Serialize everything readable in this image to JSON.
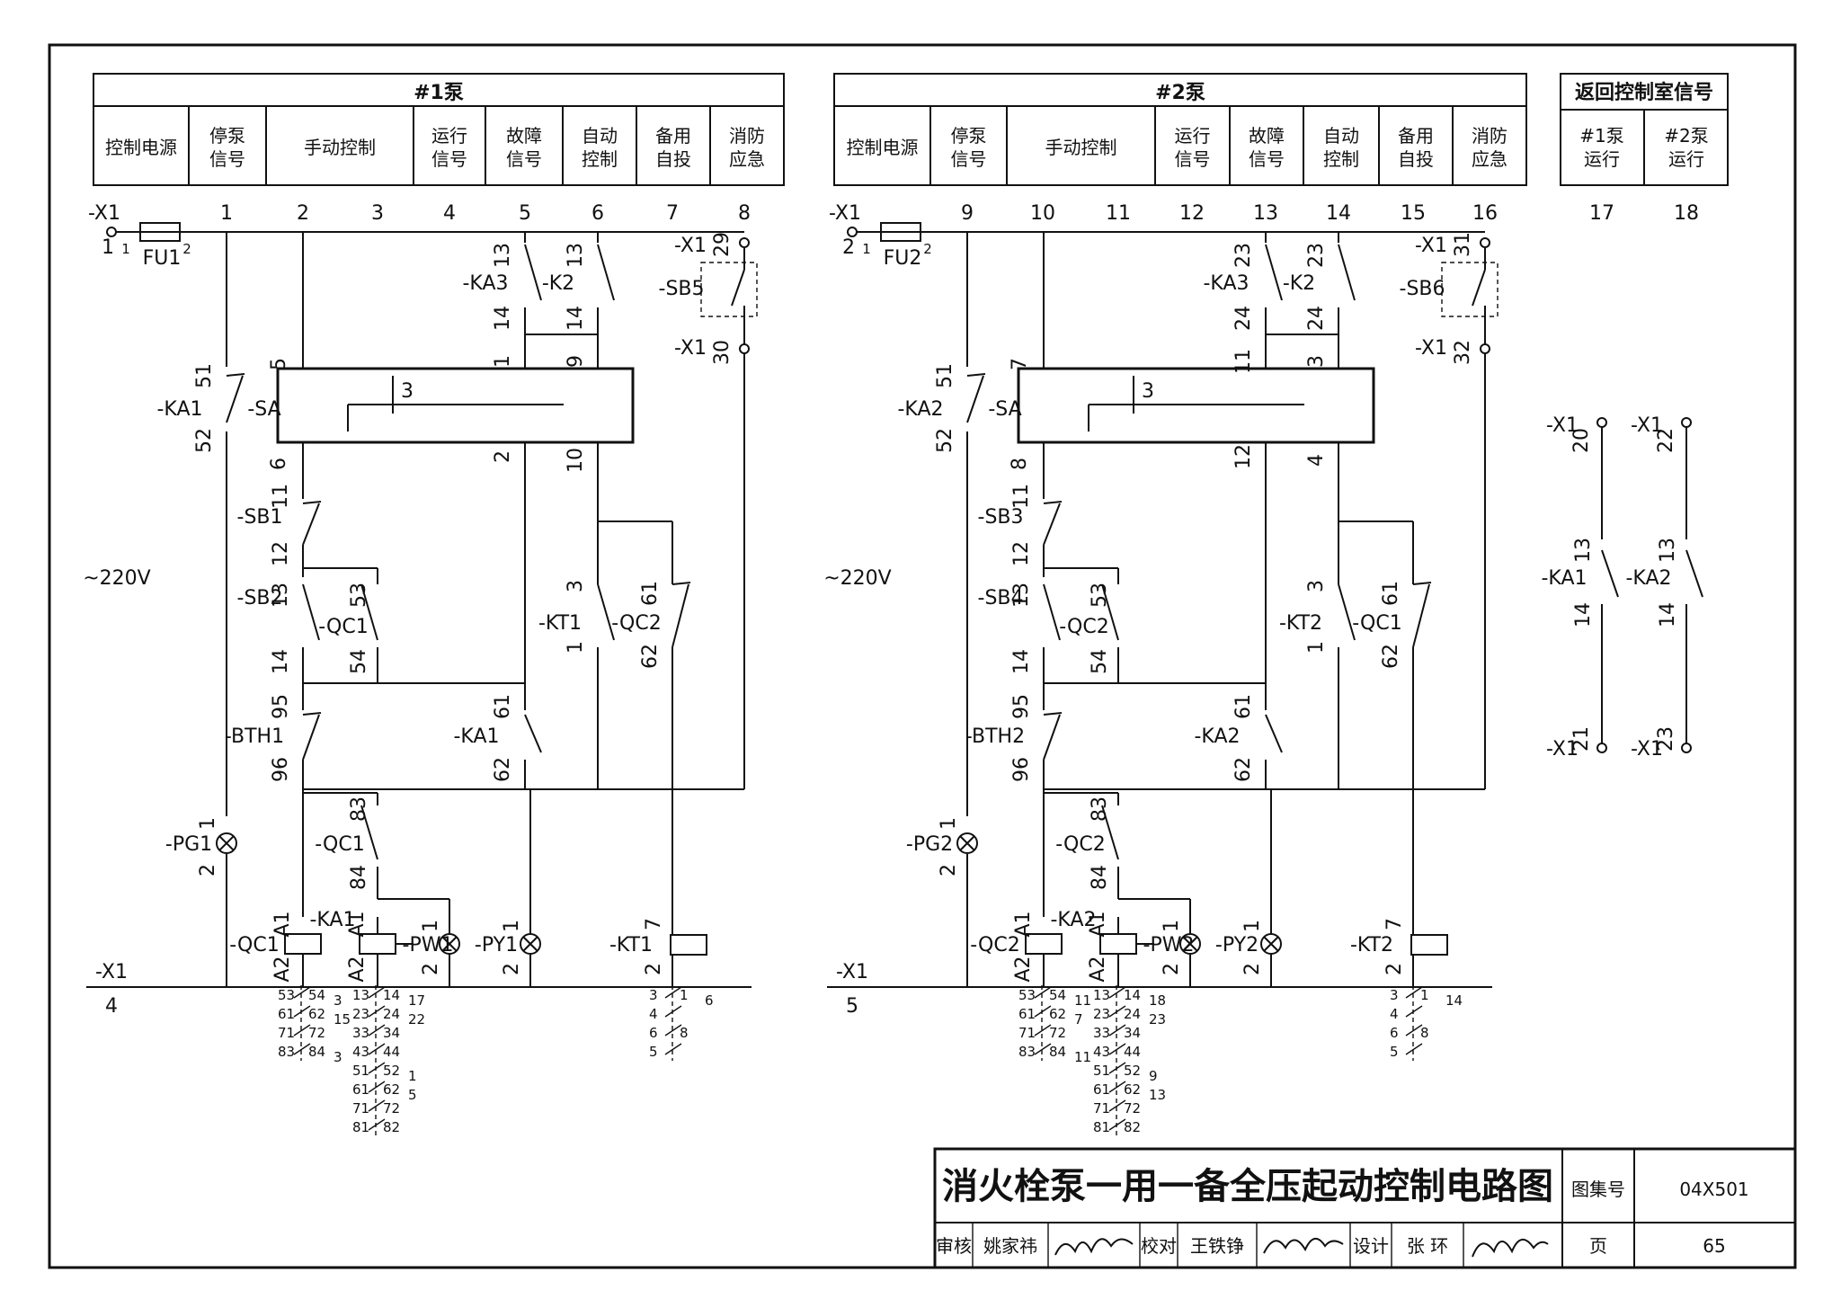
{
  "pump1": {
    "header": "#1泵",
    "cols": [
      "控制电源",
      "停泵\n信号",
      "手动控制",
      "运行\n信号",
      "故障\n信号",
      "自动\n控制",
      "备用\n自投",
      "消防\n应急"
    ],
    "circuit_numbers": [
      "1",
      "2",
      "3",
      "4",
      "5",
      "6",
      "7",
      "8"
    ],
    "labels": {
      "x1": "-X1",
      "fu": "FU1",
      "fu_l": "1",
      "fu_r": "2",
      "x1_left_num": "1",
      "ka3": "-KA3",
      "k2": "-K2",
      "sb5": "-SB5",
      "x1a": "-X1",
      "x1b": "-X1",
      "ka1_top": "-KA1",
      "sa": "-SA",
      "sa_num": "3",
      "sb1": "-SB1",
      "sb2": "-SB2",
      "qc1_a": "-QC1",
      "kt": "-KT1",
      "qc2_a": "-QC2",
      "bth": "-BTH1",
      "ka1_b": "-KA1",
      "pg": "-PG1",
      "qc1_b": "-QC1",
      "qc1_coil": "-QC1",
      "ka1_coil": "-KA1",
      "pw": "-PW1",
      "py": "-PY1",
      "kt_coil": "-KT1",
      "x1_bottom": "-X1",
      "x1_bottom_num": "4",
      "voltage": "~220V"
    },
    "terminal_numbers": {
      "ka3_top": "13",
      "ka3_bot": "14",
      "k2_top": "13",
      "k2_bot": "14",
      "sb5_top": "29",
      "sb5_bot": "30",
      "ka1_top": "51",
      "ka1_bot": "52",
      "sa_5": "5",
      "sa_6": "6",
      "sa_1": "1",
      "sa_2": "2",
      "sa_9": "9",
      "sa_10": "10",
      "sb1_top": "11",
      "sb1_bot": "12",
      "sb2_top": "13",
      "sb2_bot": "14",
      "qc1_top": "53",
      "qc1_bot": "54",
      "kt_top": "3",
      "kt_bot": "1",
      "qc2_top": "61",
      "qc2_bot": "62",
      "bth_top": "95",
      "bth_bot": "96",
      "ka1b_top": "61",
      "ka1b_bot": "62",
      "pg_top": "1",
      "pg_bot": "2",
      "qc1b_top": "83",
      "qc1b_bot": "84",
      "a1": "A1",
      "a2": "A2",
      "a1b": "A1",
      "a2b": "A2",
      "pw_top": "1",
      "pw_bot": "2",
      "py_top": "1",
      "py_bot": "2",
      "kt_coil_top": "7",
      "kt_coil_bot": "2"
    },
    "contact_tables": {
      "qc": [
        [
          "53",
          "54",
          "3"
        ],
        [
          "61",
          "62",
          "15"
        ],
        [
          "71",
          "72",
          ""
        ],
        [
          "83",
          "84",
          "3"
        ]
      ],
      "ka": [
        [
          "13",
          "14",
          "17"
        ],
        [
          "23",
          "24",
          "22"
        ],
        [
          "33",
          "34",
          ""
        ],
        [
          "43",
          "44",
          ""
        ],
        [
          "51",
          "52",
          "1"
        ],
        [
          "61",
          "62",
          "5"
        ],
        [
          "71",
          "72",
          ""
        ],
        [
          "81",
          "82",
          ""
        ]
      ],
      "kt": [
        [
          "3",
          "1",
          "6"
        ],
        [
          "4",
          "",
          ""
        ],
        [
          "6",
          "8",
          ""
        ],
        [
          "5",
          "",
          ""
        ]
      ]
    }
  },
  "pump2": {
    "header": "#2泵",
    "cols": [
      "控制电源",
      "停泵\n信号",
      "手动控制",
      "运行\n信号",
      "故障\n信号",
      "自动\n控制",
      "备用\n自投",
      "消防\n应急"
    ],
    "circuit_numbers": [
      "9",
      "10",
      "11",
      "12",
      "13",
      "14",
      "15",
      "16"
    ],
    "labels": {
      "x1": "-X1",
      "fu": "FU2",
      "fu_l": "1",
      "fu_r": "2",
      "x1_left_num": "2",
      "ka3": "-KA3",
      "k2": "-K2",
      "sb5": "-SB6",
      "x1a": "-X1",
      "x1b": "-X1",
      "ka1_top": "-KA2",
      "sa": "-SA",
      "sa_num": "3",
      "sb1": "-SB3",
      "sb2": "-SB4",
      "qc1_a": "-QC2",
      "kt": "-KT2",
      "qc2_a": "-QC1",
      "bth": "-BTH2",
      "ka1_b": "-KA2",
      "pg": "-PG2",
      "qc1_b": "-QC2",
      "qc1_coil": "-QC2",
      "ka1_coil": "-KA2",
      "pw": "-PW2",
      "py": "-PY2",
      "kt_coil": "-KT2",
      "x1_bottom": "-X1",
      "x1_bottom_num": "5",
      "voltage": "~220V"
    },
    "terminal_numbers": {
      "ka3_top": "23",
      "ka3_bot": "24",
      "k2_top": "23",
      "k2_bot": "24",
      "sb5_top": "31",
      "sb5_bot": "32",
      "ka1_top": "51",
      "ka1_bot": "52",
      "sa_5": "7",
      "sa_6": "8",
      "sa_1": "11",
      "sa_2": "12",
      "sa_9": "3",
      "sa_10": "4",
      "sb1_top": "11",
      "sb1_bot": "12",
      "sb2_top": "13",
      "sb2_bot": "14",
      "qc1_top": "53",
      "qc1_bot": "54",
      "kt_top": "3",
      "kt_bot": "1",
      "qc2_top": "61",
      "qc2_bot": "62",
      "bth_top": "95",
      "bth_bot": "96",
      "ka1b_top": "61",
      "ka1b_bot": "62",
      "pg_top": "1",
      "pg_bot": "2",
      "qc1b_top": "83",
      "qc1b_bot": "84",
      "a1": "A1",
      "a2": "A2",
      "a1b": "A1",
      "a2b": "A2",
      "pw_top": "1",
      "pw_bot": "2",
      "py_top": "1",
      "py_bot": "2",
      "kt_coil_top": "7",
      "kt_coil_bot": "2"
    },
    "contact_tables": {
      "qc": [
        [
          "53",
          "54",
          "11"
        ],
        [
          "61",
          "62",
          "7"
        ],
        [
          "71",
          "72",
          ""
        ],
        [
          "83",
          "84",
          "11"
        ]
      ],
      "ka": [
        [
          "13",
          "14",
          "18"
        ],
        [
          "23",
          "24",
          "23"
        ],
        [
          "33",
          "34",
          ""
        ],
        [
          "43",
          "44",
          ""
        ],
        [
          "51",
          "52",
          "9"
        ],
        [
          "61",
          "62",
          "13"
        ],
        [
          "71",
          "72",
          ""
        ],
        [
          "81",
          "82",
          ""
        ]
      ],
      "kt": [
        [
          "3",
          "1",
          "14"
        ],
        [
          "4",
          "",
          ""
        ],
        [
          "6",
          "8",
          ""
        ],
        [
          "5",
          "",
          ""
        ]
      ]
    }
  },
  "return_signals": {
    "header": "返回控制室信号",
    "cols": [
      "#1泵\n运行",
      "#2泵\n运行"
    ],
    "circuit_numbers": [
      "17",
      "18"
    ],
    "x1_labels": [
      "-X1",
      "-X1",
      "-X1",
      "-X1"
    ],
    "terminals": [
      "20",
      "22",
      "21",
      "23"
    ],
    "contacts": [
      "-KA1",
      "-KA2"
    ],
    "contact_numbers": [
      "13",
      "14",
      "13",
      "14"
    ]
  },
  "title_block": {
    "title": "消火栓泵一用一备全压起动控制电路图",
    "atlas_label": "图集号",
    "atlas_no": "04X501",
    "page_label": "页",
    "page_no": "65",
    "review_label": "审核",
    "reviewer": "姚家祎",
    "check_label": "校对",
    "checker": "王铁铮",
    "design_label": "设计",
    "designer": "张 环"
  }
}
